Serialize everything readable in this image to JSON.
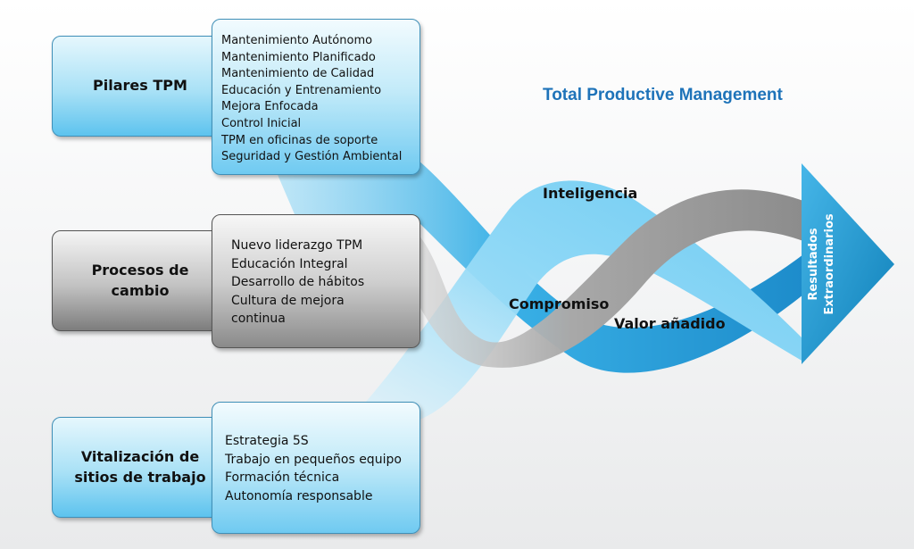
{
  "title": "Total Productive Management",
  "pillars": {
    "label": "Pilares TPM",
    "items": [
      "Mantenimiento Autónomo",
      "Mantenimiento Planificado",
      "Mantenimiento de Calidad",
      "Educación y Entrenamiento",
      "Mejora Enfocada",
      "Control Inicial",
      "TPM en oficinas de soporte",
      "Seguridad y Gestión Ambiental"
    ]
  },
  "change": {
    "label_line1": "Procesos de",
    "label_line2": "cambio",
    "items": [
      "Nuevo liderazgo TPM",
      "Educación Integral",
      "Desarrollo de hábitos",
      "Cultura de mejora",
      "continua"
    ]
  },
  "workplace": {
    "label_line1": "Vitalización de",
    "label_line2": "sitios de trabajo",
    "items": [
      "Estrategia 5S",
      "Trabajo en pequeños equipo",
      "Formación técnica",
      "Autonomía responsable"
    ]
  },
  "ribbons": {
    "intelligence": "Inteligencia",
    "commitment": "Compromiso",
    "added_value": "Valor añadido"
  },
  "arrow": {
    "line1": "Resultados",
    "line2": "Extraordinarios"
  },
  "colors": {
    "accent_blue": "#1e73b9",
    "light_blue": "#7fd3f5",
    "mid_blue": "#39b0e6",
    "dark_blue": "#1c8fca",
    "gray": "#9a9a9a"
  }
}
